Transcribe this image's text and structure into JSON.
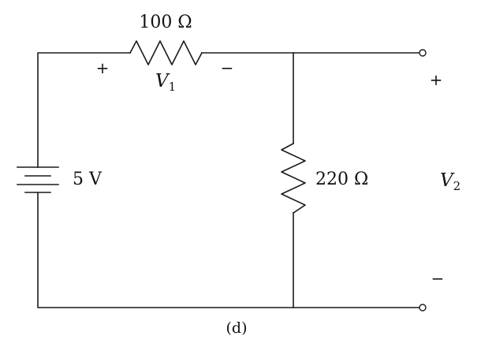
{
  "circuit": {
    "source": {
      "value": "5 V"
    },
    "r1": {
      "value": "100 Ω",
      "voltage_symbol": "V",
      "voltage_subscript": "1",
      "plus": "+",
      "minus": "−"
    },
    "r2": {
      "value": "220 Ω"
    },
    "output": {
      "voltage_symbol": "V",
      "voltage_subscript": "2",
      "plus": "+",
      "minus": "−"
    },
    "caption": "(d)"
  }
}
